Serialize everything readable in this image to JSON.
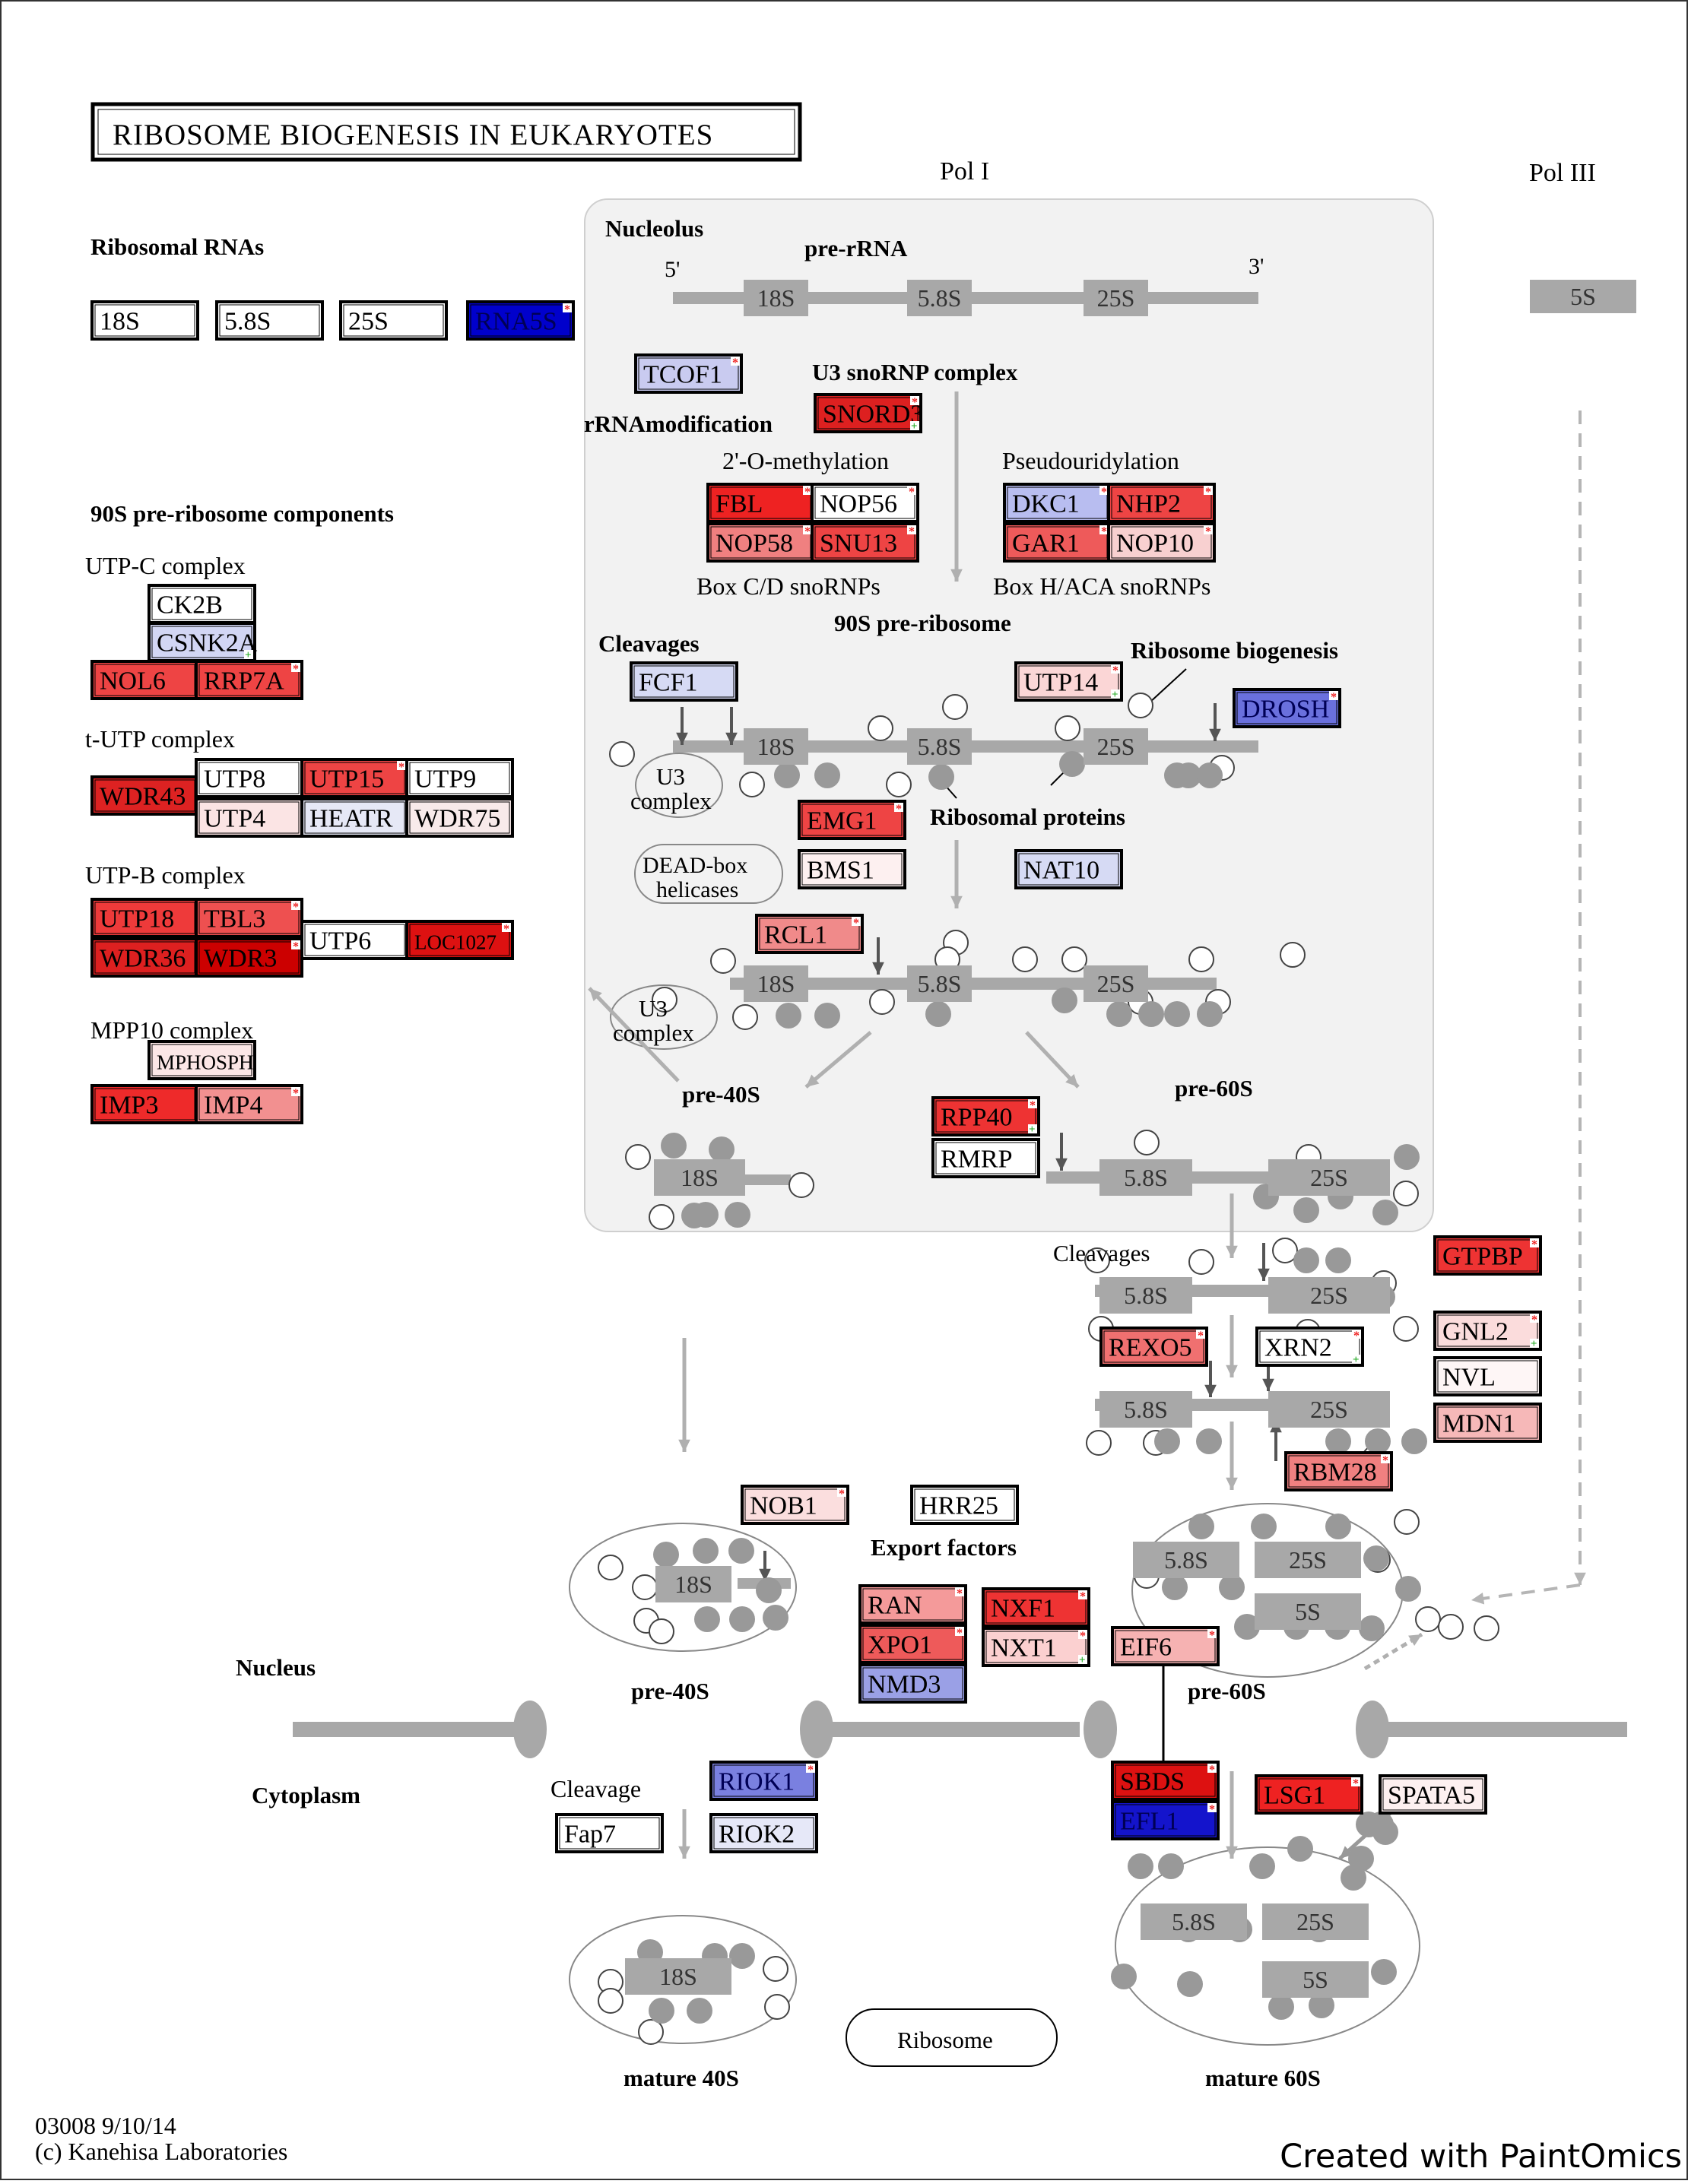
{
  "title": "RIBOSOME BIOGENESIS IN EUKARYOTES",
  "credit": "Created with PaintOmics",
  "footer": {
    "code": "03008 9/10/14",
    "copyright": "(c) Kanehisa Laboratories"
  },
  "colors": {
    "gene_border": "#000000",
    "rna_gray": "#a8a8a8",
    "nucleolus_fill": "#f2f2f2",
    "mark_red": "#ee2222",
    "mark_green": "#22aa22"
  },
  "labels": [
    {
      "text": "Pol I",
      "bold": false
    },
    {
      "text": "Pol III",
      "bold": false
    },
    {
      "text": "Ribosomal RNAs",
      "bold": true
    },
    {
      "text": "Nucleolus",
      "bold": true
    },
    {
      "text": "pre-rRNA",
      "bold": true
    },
    {
      "text": "5'",
      "bold": false
    },
    {
      "text": "3'",
      "bold": false
    },
    {
      "text": "U3 snoRNP complex",
      "bold": true
    },
    {
      "text": "rRNAmodification",
      "bold": true
    },
    {
      "text": "2'-O-methylation",
      "bold": false
    },
    {
      "text": "Pseudouridylation",
      "bold": false
    },
    {
      "text": "Box C/D snoRNPs",
      "bold": false
    },
    {
      "text": "Box H/ACA snoRNPs",
      "bold": false
    },
    {
      "text": "90S pre-ribosome components",
      "bold": true
    },
    {
      "text": "90S pre-ribosome",
      "bold": true
    },
    {
      "text": "UTP-C complex",
      "bold": false
    },
    {
      "text": "t-UTP complex",
      "bold": false
    },
    {
      "text": "UTP-B complex",
      "bold": false
    },
    {
      "text": "MPP10 complex",
      "bold": false
    },
    {
      "text": "Cleavages",
      "bold": true
    },
    {
      "text": "Ribosome biogenesis",
      "bold": true
    },
    {
      "text": "Ribosomal proteins",
      "bold": true
    },
    {
      "text": "pre-40S",
      "bold": true
    },
    {
      "text": "pre-60S",
      "bold": true
    },
    {
      "text": "Cleavages",
      "bold": false
    },
    {
      "text": "Export factors",
      "bold": true
    },
    {
      "text": "Nucleus",
      "bold": true
    },
    {
      "text": "Cytoplasm",
      "bold": true
    },
    {
      "text": "pre-40S",
      "bold": true
    },
    {
      "text": "pre-60S",
      "bold": true
    },
    {
      "text": "Cleavage",
      "bold": false
    },
    {
      "text": "mature 40S",
      "bold": true
    },
    {
      "text": "mature 60S",
      "bold": true
    },
    {
      "text": "Ribosome",
      "bold": false
    },
    {
      "text": "U3 complex",
      "bold": false
    },
    {
      "text": "U3 complex",
      "bold": false
    },
    {
      "text": "DEAD-box helicases",
      "bold": false
    }
  ],
  "rna_segments": [
    {
      "text": "18S"
    },
    {
      "text": "5.8S"
    },
    {
      "text": "25S"
    },
    {
      "text": "5S"
    },
    {
      "text": "18S"
    },
    {
      "text": "5.8S"
    },
    {
      "text": "25S"
    },
    {
      "text": "18S"
    },
    {
      "text": "5.8S"
    },
    {
      "text": "25S"
    },
    {
      "text": "18S"
    },
    {
      "text": "5.8S"
    },
    {
      "text": "25S"
    },
    {
      "text": "5.8S"
    },
    {
      "text": "25S"
    },
    {
      "text": "5.8S"
    },
    {
      "text": "25S"
    },
    {
      "text": "18S"
    },
    {
      "text": "5.8S"
    },
    {
      "text": "25S"
    },
    {
      "text": "5S"
    },
    {
      "text": "18S"
    },
    {
      "text": "5.8S"
    },
    {
      "text": "25S"
    },
    {
      "text": "5S"
    }
  ],
  "genes": [
    {
      "name": "18S",
      "fill": "#ffffff",
      "mark": "none"
    },
    {
      "name": "5.8S",
      "fill": "#ffffff",
      "mark": "none"
    },
    {
      "name": "25S",
      "fill": "#ffffff",
      "mark": "none"
    },
    {
      "name": "RNA5S",
      "fill": "#0000cc",
      "mark": "red"
    },
    {
      "name": "TCOF1",
      "fill": "#c9cbf0",
      "mark": "red"
    },
    {
      "name": "SNORD3",
      "fill": "#dd2020",
      "mark": "both"
    },
    {
      "name": "FBL",
      "fill": "#ee2222",
      "mark": "red"
    },
    {
      "name": "NOP56",
      "fill": "#ffffff",
      "mark": "red"
    },
    {
      "name": "NOP58",
      "fill": "#f08080",
      "mark": "red"
    },
    {
      "name": "SNU13",
      "fill": "#ee4444",
      "mark": "red"
    },
    {
      "name": "DKC1",
      "fill": "#b8bdf0",
      "mark": "red"
    },
    {
      "name": "NHP2",
      "fill": "#ee4444",
      "mark": "red"
    },
    {
      "name": "GAR1",
      "fill": "#ee5a5a",
      "mark": "red"
    },
    {
      "name": "NOP10",
      "fill": "#f8d0d0",
      "mark": "red"
    },
    {
      "name": "CK2B",
      "fill": "#ffffff",
      "mark": "none"
    },
    {
      "name": "CSNK2A",
      "fill": "#d2d6f4",
      "mark": "green"
    },
    {
      "name": "NOL6",
      "fill": "#ee4444",
      "mark": "none"
    },
    {
      "name": "RRP7A",
      "fill": "#ee4444",
      "mark": "red"
    },
    {
      "name": "WDR43",
      "fill": "#dd2222",
      "mark": "none"
    },
    {
      "name": "UTP8",
      "fill": "#ffffff",
      "mark": "none"
    },
    {
      "name": "UTP15",
      "fill": "#ee4444",
      "mark": "red"
    },
    {
      "name": "UTP9",
      "fill": "#ffffff",
      "mark": "none"
    },
    {
      "name": "UTP4",
      "fill": "#fbe4e4",
      "mark": "none"
    },
    {
      "name": "HEATR",
      "fill": "#e6e8f6",
      "mark": "none"
    },
    {
      "name": "WDR75",
      "fill": "#f8eaea",
      "mark": "none"
    },
    {
      "name": "UTP18",
      "fill": "#ee3a3a",
      "mark": "none"
    },
    {
      "name": "TBL3",
      "fill": "#ee5050",
      "mark": "red"
    },
    {
      "name": "WDR36",
      "fill": "#dd2020",
      "mark": "none"
    },
    {
      "name": "WDR3",
      "fill": "#cc0000",
      "mark": "red"
    },
    {
      "name": "UTP6",
      "fill": "#ffffff",
      "mark": "none"
    },
    {
      "name": "LOC1027",
      "fill": "#dd1111",
      "mark": "red"
    },
    {
      "name": "MPHOSPH",
      "fill": "#fbe6e6",
      "mark": "none"
    },
    {
      "name": "IMP3",
      "fill": "#ee2a2a",
      "mark": "none"
    },
    {
      "name": "IMP4",
      "fill": "#f29090",
      "mark": "red"
    },
    {
      "name": "FCF1",
      "fill": "#d6daf4",
      "mark": "none"
    },
    {
      "name": "UTP14",
      "fill": "#fbd6d6",
      "mark": "both"
    },
    {
      "name": "DROSH",
      "fill": "#6a70dd",
      "mark": "red"
    },
    {
      "name": "EMG1",
      "fill": "#ee4444",
      "mark": "red"
    },
    {
      "name": "BMS1",
      "fill": "#fdf0f0",
      "mark": "none"
    },
    {
      "name": "NAT10",
      "fill": "#d6daf4",
      "mark": "none"
    },
    {
      "name": "RCL1",
      "fill": "#f08a8a",
      "mark": "red"
    },
    {
      "name": "RPP40",
      "fill": "#ee3333",
      "mark": "both"
    },
    {
      "name": "RMRP",
      "fill": "#ffffff",
      "mark": "none"
    },
    {
      "name": "GTPBP",
      "fill": "#ee3333",
      "mark": "red"
    },
    {
      "name": "GNL2",
      "fill": "#fbdcdc",
      "mark": "both"
    },
    {
      "name": "NVL",
      "fill": "#fef6f6",
      "mark": "none"
    },
    {
      "name": "MDN1",
      "fill": "#f6b8b8",
      "mark": "none"
    },
    {
      "name": "REXO5",
      "fill": "#f07070",
      "mark": "red"
    },
    {
      "name": "XRN2",
      "fill": "#ffffff",
      "mark": "both"
    },
    {
      "name": "RBM28",
      "fill": "#f08080",
      "mark": "red"
    },
    {
      "name": "NOB1",
      "fill": "#fbdede",
      "mark": "red"
    },
    {
      "name": "HRR25",
      "fill": "#ffffff",
      "mark": "none"
    },
    {
      "name": "RAN",
      "fill": "#f49a9a",
      "mark": "red"
    },
    {
      "name": "XPO1",
      "fill": "#ee5a5a",
      "mark": "red"
    },
    {
      "name": "NMD3",
      "fill": "#9aa0e6",
      "mark": "none"
    },
    {
      "name": "NXF1",
      "fill": "#ee3333",
      "mark": "red"
    },
    {
      "name": "NXT1",
      "fill": "#fbd0d0",
      "mark": "both"
    },
    {
      "name": "EIF6",
      "fill": "#f6b2b2",
      "mark": "red"
    },
    {
      "name": "RIOK1",
      "fill": "#7a80e0",
      "mark": "red"
    },
    {
      "name": "Fap7",
      "fill": "#ffffff",
      "mark": "none"
    },
    {
      "name": "RIOK2",
      "fill": "#e6e8f8",
      "mark": "none"
    },
    {
      "name": "SBDS",
      "fill": "#dd1111",
      "mark": "red"
    },
    {
      "name": "EFL1",
      "fill": "#1414cc",
      "mark": "red"
    },
    {
      "name": "LSG1",
      "fill": "#ee2222",
      "mark": "red"
    },
    {
      "name": "SPATA5",
      "fill": "#fdf0f0",
      "mark": "none"
    }
  ]
}
